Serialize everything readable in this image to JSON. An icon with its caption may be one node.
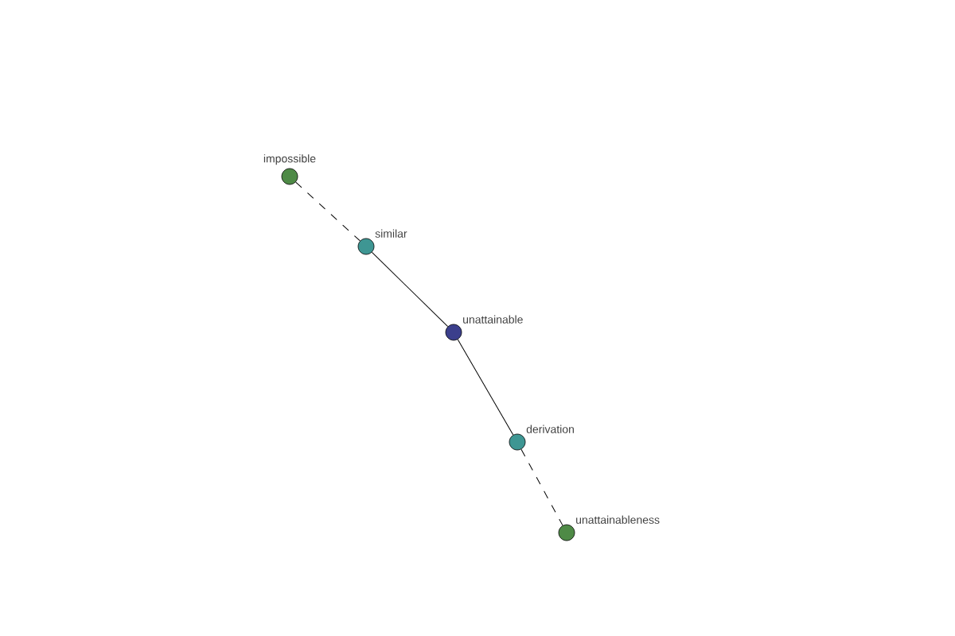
{
  "diagram": {
    "nodes": [
      {
        "text": [
          "impossible"
        ]
      },
      {
        "text": [
          "similar"
        ]
      },
      {
        "text": [
          "unattainable"
        ]
      },
      {
        "text": [
          "derivation"
        ]
      },
      {
        "text": [
          "unattainableness"
        ]
      }
    ],
    "edges": [
      {
        "from": 0,
        "to": 1,
        "arrow": "none",
        "style": "dashed"
      },
      {
        "from": 1,
        "to": 2,
        "arrow": "none"
      },
      {
        "from": 2,
        "to": 3,
        "arrow": "none"
      },
      {
        "from": 3,
        "to": 4,
        "arrow": "none",
        "style": "dashed"
      }
    ]
  }
}
